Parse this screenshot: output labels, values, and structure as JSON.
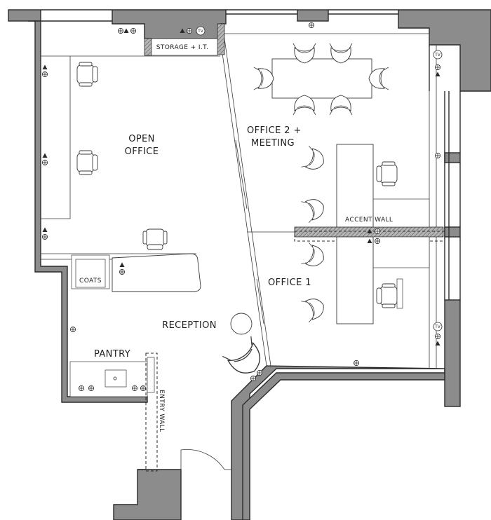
{
  "rooms": {
    "open_office": [
      "OPEN",
      "OFFICE"
    ],
    "office_2": [
      "OFFICE 2 +",
      "MEETING"
    ],
    "storage": "STORAGE + I.T.",
    "office_1": "OFFICE 1",
    "accent_wall": "ACCENT WALL",
    "coats": "COATS",
    "reception": "RECEPTION",
    "pantry": "PANTRY",
    "entry_wall": "ENTRY WALL"
  },
  "symbols": {
    "tv": "TV"
  },
  "colors": {
    "wall_fill": "#8c8c8c",
    "accent_hatch": "#7a7a7a",
    "line": "#2a2a2a"
  }
}
